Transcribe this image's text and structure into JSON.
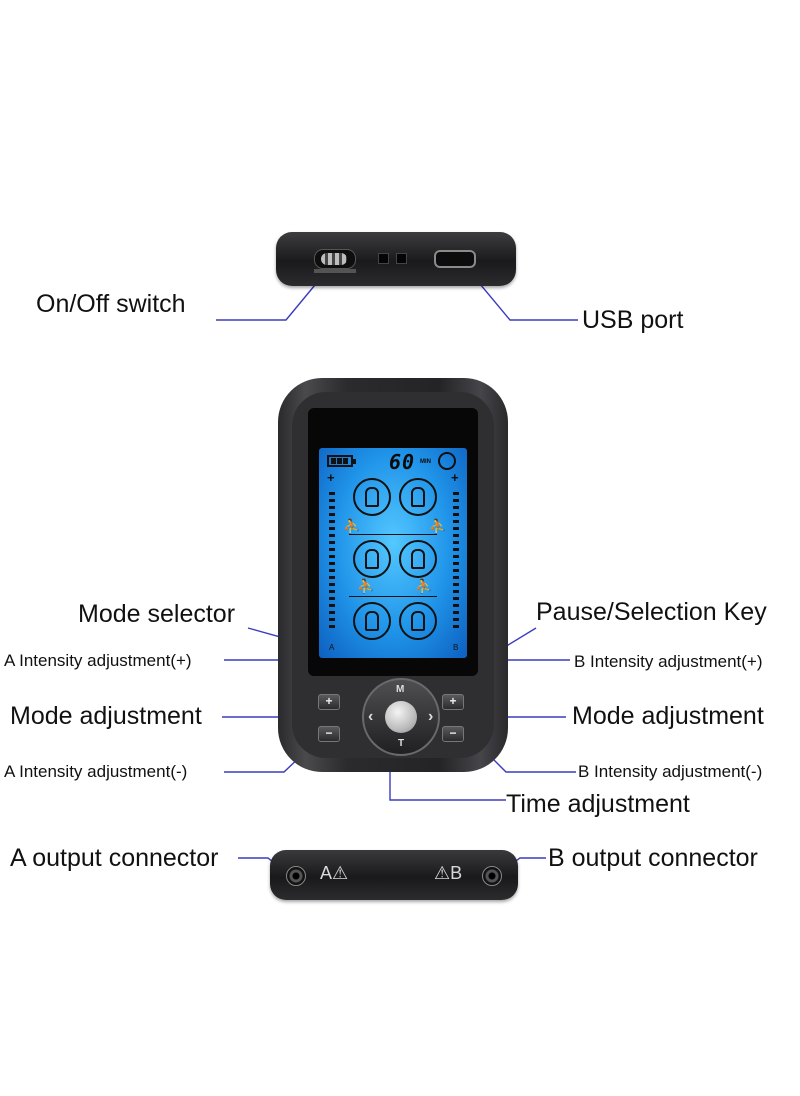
{
  "labels": {
    "on_off_switch": "On/Off switch",
    "usb_port": "USB port",
    "mode_selector": "Mode selector",
    "pause_selection_key": "Pause/Selection Key",
    "a_intensity_plus": "A Intensity adjustment(+)",
    "b_intensity_plus": "B Intensity adjustment(+)",
    "mode_adjustment_left": "Mode adjustment",
    "mode_adjustment_right": "Mode adjustment",
    "a_intensity_minus": "A Intensity adjustment(-)",
    "b_intensity_minus": "B Intensity adjustment(-)",
    "time_adjustment": "Time adjustment",
    "a_output_connector": "A output connector",
    "b_output_connector": "B output connector"
  },
  "device": {
    "timer_value": "60",
    "timer_unit": "MIN",
    "channel_a": "A",
    "channel_b": "B",
    "plus_sign": "+",
    "key_plus": "+",
    "key_minus": "−",
    "dpad_top": "M",
    "dpad_bottom": "T",
    "dpad_left": "‹",
    "dpad_right": "›",
    "port_a_label": "A⚠",
    "port_b_label": "⚠B"
  },
  "colors": {
    "leader_line": "#3b3bbf",
    "lcd_backlight": "#2aa6f2",
    "device_body": "#2b2b2d"
  }
}
